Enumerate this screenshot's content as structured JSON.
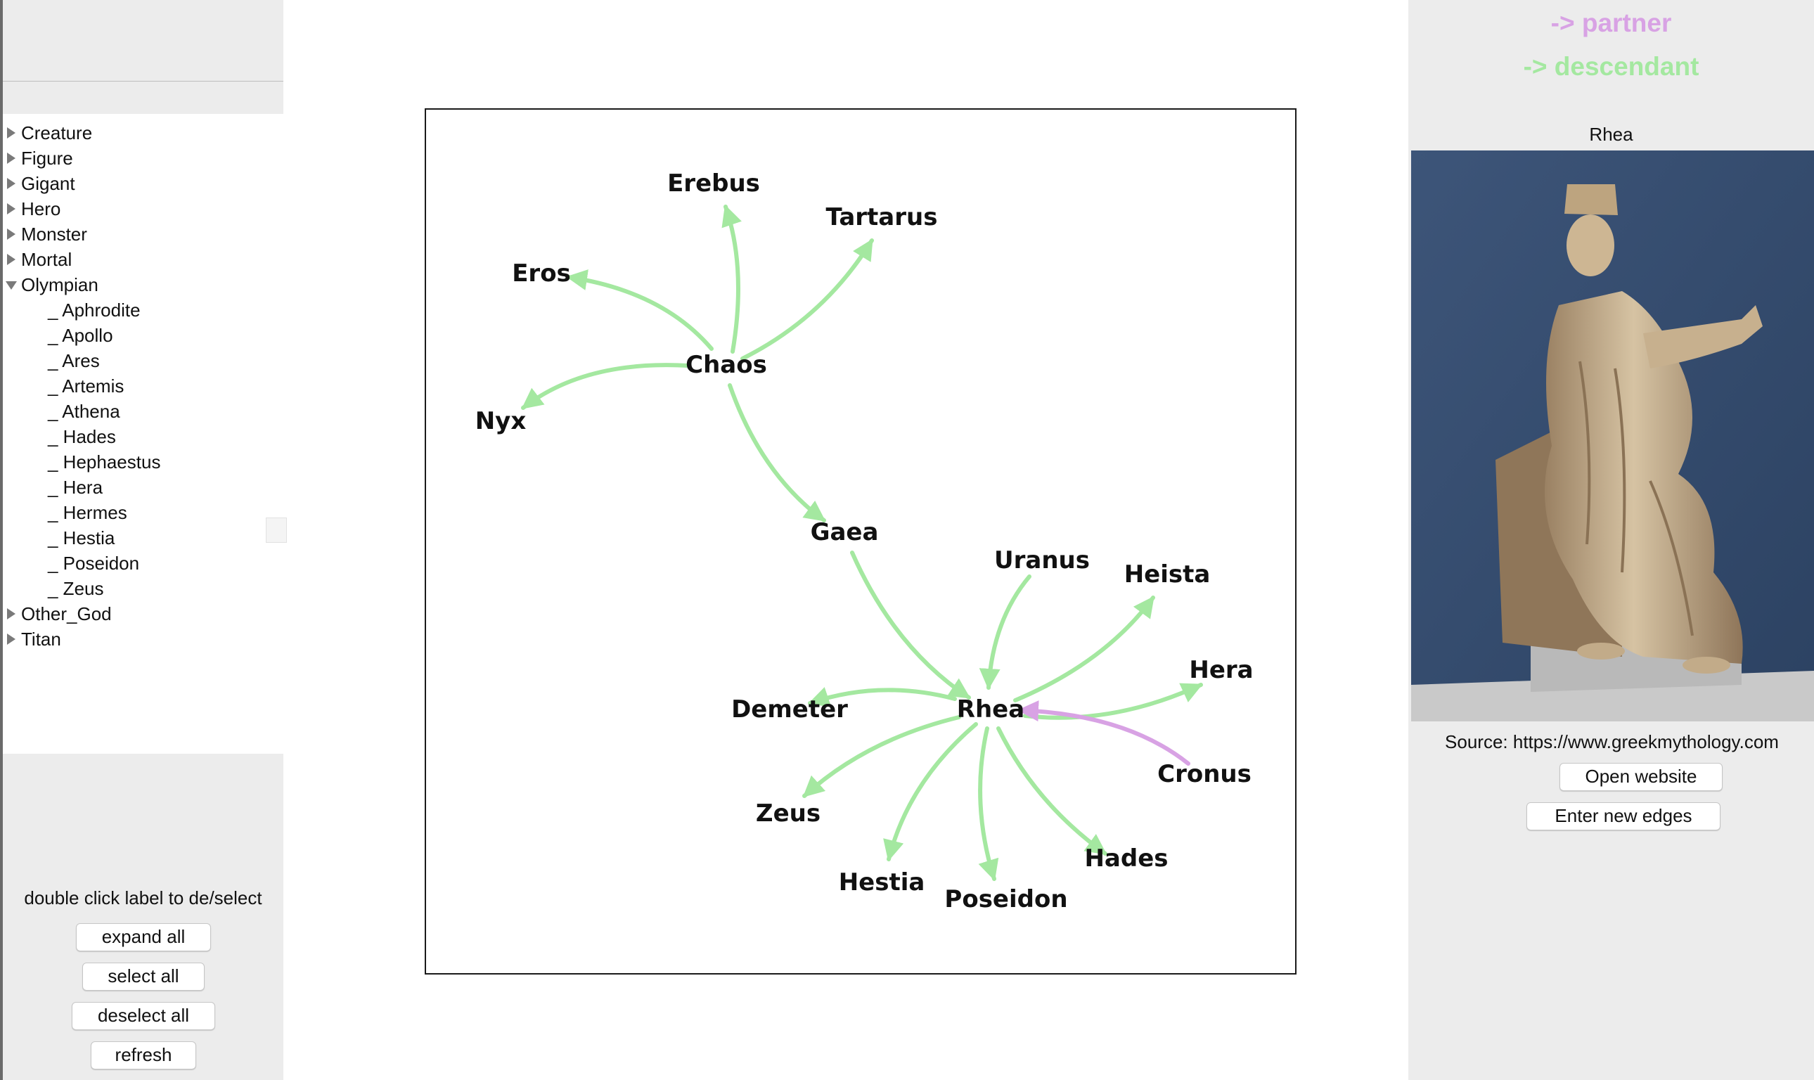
{
  "sidebar": {
    "tree": [
      {
        "label": "Creature",
        "expanded": false
      },
      {
        "label": "Figure",
        "expanded": false
      },
      {
        "label": "Gigant",
        "expanded": false
      },
      {
        "label": "Hero",
        "expanded": false
      },
      {
        "label": "Monster",
        "expanded": false
      },
      {
        "label": "Mortal",
        "expanded": false
      },
      {
        "label": "Olympian",
        "expanded": true,
        "children": [
          "_ Aphrodite",
          "_ Apollo",
          "_ Ares",
          "_ Artemis",
          "_ Athena",
          "_ Hades",
          "_ Hephaestus",
          "_ Hera",
          "_ Hermes",
          "_ Hestia",
          "_ Poseidon",
          "_ Zeus"
        ]
      },
      {
        "label": "Other_God",
        "expanded": false
      },
      {
        "label": "Titan",
        "expanded": false
      }
    ],
    "hint": "double click label to de/select",
    "buttons": {
      "expand_all": "expand all",
      "select_all": "select all",
      "deselect_all": "deselect all",
      "refresh": "refresh"
    }
  },
  "graph": {
    "nodes": [
      "Erebus",
      "Tartarus",
      "Eros",
      "Chaos",
      "Nyx",
      "Gaea",
      "Uranus",
      "Heista",
      "Hera",
      "Demeter",
      "Rhea",
      "Cronus",
      "Zeus",
      "Hestia",
      "Poseidon",
      "Hades"
    ],
    "edges": [
      {
        "from": "Chaos",
        "to": "Erebus",
        "type": "descendant"
      },
      {
        "from": "Chaos",
        "to": "Tartarus",
        "type": "descendant"
      },
      {
        "from": "Chaos",
        "to": "Eros",
        "type": "descendant"
      },
      {
        "from": "Chaos",
        "to": "Nyx",
        "type": "descendant"
      },
      {
        "from": "Chaos",
        "to": "Gaea",
        "type": "descendant"
      },
      {
        "from": "Gaea",
        "to": "Rhea",
        "type": "descendant"
      },
      {
        "from": "Uranus",
        "to": "Rhea",
        "type": "descendant"
      },
      {
        "from": "Rhea",
        "to": "Heista",
        "type": "descendant"
      },
      {
        "from": "Rhea",
        "to": "Hera",
        "type": "descendant"
      },
      {
        "from": "Rhea",
        "to": "Demeter",
        "type": "descendant"
      },
      {
        "from": "Rhea",
        "to": "Zeus",
        "type": "descendant"
      },
      {
        "from": "Rhea",
        "to": "Hestia",
        "type": "descendant"
      },
      {
        "from": "Rhea",
        "to": "Poseidon",
        "type": "descendant"
      },
      {
        "from": "Rhea",
        "to": "Hades",
        "type": "descendant"
      },
      {
        "from": "Cronus",
        "to": "Rhea",
        "type": "partner"
      }
    ],
    "colors": {
      "descendant": "#a4e8a0",
      "partner": "#d8a2e4"
    }
  },
  "legend": {
    "partner": "-> partner",
    "descendant": "-> descendant"
  },
  "detail": {
    "name": "Rhea",
    "image_alt": "Rhea",
    "source": "Source: https://www.greekmythology.com",
    "open_website": "Open website",
    "enter_edges": "Enter new edges"
  }
}
